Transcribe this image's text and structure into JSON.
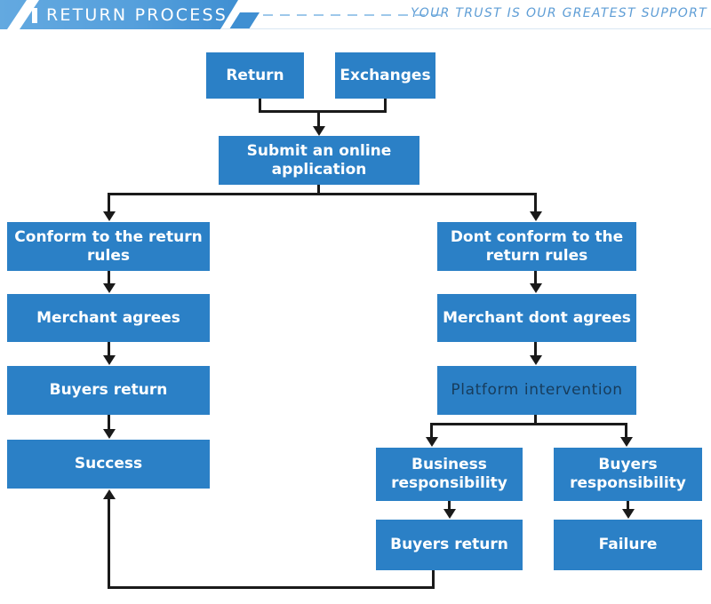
{
  "header": {
    "title": "RETURN PROCESS",
    "tagline": "YOUR TRUST IS OUR GREATEST SUPPORT",
    "banner_color": "#56a0dc",
    "tagline_color": "#5f9ed6"
  },
  "theme": {
    "box_color": "#2b80c6",
    "box_text_color": "#ffffff",
    "navy_text_color": "#173c5c",
    "connector_color": "#1a1a1a",
    "background": "#ffffff"
  },
  "flowchart": {
    "type": "flowchart",
    "nodes": [
      {
        "id": "return",
        "label": "Return"
      },
      {
        "id": "exchanges",
        "label": "Exchanges"
      },
      {
        "id": "submit",
        "label": "Submit an online application"
      },
      {
        "id": "conform",
        "label": "Conform to the return rules"
      },
      {
        "id": "not-conform",
        "label": "Dont conform to the return rules"
      },
      {
        "id": "merchant-agrees",
        "label": "Merchant agrees"
      },
      {
        "id": "merchant-dont",
        "label": "Merchant dont agrees"
      },
      {
        "id": "buyers-return-left",
        "label": "Buyers return"
      },
      {
        "id": "platform",
        "label": "Platform intervention"
      },
      {
        "id": "success",
        "label": "Success"
      },
      {
        "id": "business-resp",
        "label": "Business responsibility"
      },
      {
        "id": "buyers-resp",
        "label": "Buyers responsibility"
      },
      {
        "id": "buyers-return-right",
        "label": "Buyers return"
      },
      {
        "id": "failure",
        "label": "Failure"
      }
    ],
    "edges": [
      {
        "from": "return",
        "to": "submit"
      },
      {
        "from": "exchanges",
        "to": "submit"
      },
      {
        "from": "submit",
        "to": "conform"
      },
      {
        "from": "submit",
        "to": "not-conform"
      },
      {
        "from": "conform",
        "to": "merchant-agrees"
      },
      {
        "from": "merchant-agrees",
        "to": "buyers-return-left"
      },
      {
        "from": "buyers-return-left",
        "to": "success"
      },
      {
        "from": "not-conform",
        "to": "merchant-dont"
      },
      {
        "from": "merchant-dont",
        "to": "platform"
      },
      {
        "from": "platform",
        "to": "business-resp"
      },
      {
        "from": "platform",
        "to": "buyers-resp"
      },
      {
        "from": "business-resp",
        "to": "buyers-return-right"
      },
      {
        "from": "buyers-resp",
        "to": "failure"
      },
      {
        "from": "buyers-return-right",
        "to": "success"
      }
    ]
  }
}
